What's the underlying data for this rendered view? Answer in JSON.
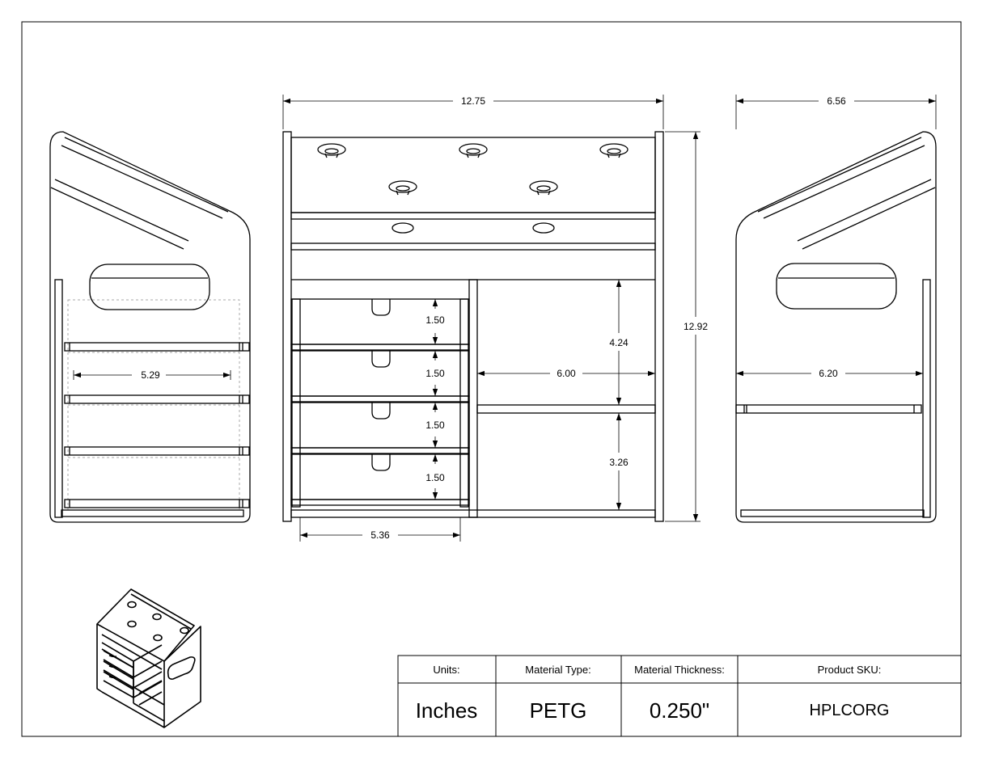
{
  "dimensions": {
    "front_width": "12.75",
    "side_depth": "6.56",
    "height": "12.92",
    "left_inner_width": "5.29",
    "drawer_heights": [
      "1.50",
      "1.50",
      "1.50",
      "1.50"
    ],
    "upper_cubby_height": "4.24",
    "lower_cubby_height": "3.26",
    "cubby_width": "6.00",
    "right_inner_depth": "6.20",
    "drawer_width": "5.36"
  },
  "title_block": {
    "units_label": "Units:",
    "units_value": "Inches",
    "material_type_label": "Material Type:",
    "material_type_value": "PETG",
    "material_thickness_label": "Material Thickness:",
    "material_thickness_value": "0.250\"",
    "product_sku_label": "Product SKU:",
    "product_sku_value": "HPLCORG"
  }
}
